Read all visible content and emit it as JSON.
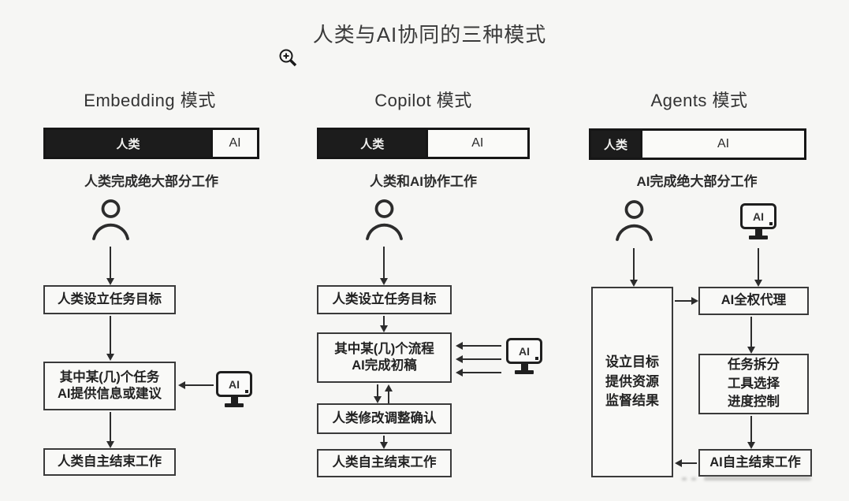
{
  "page": {
    "title": "人类与AI协同的三种模式"
  },
  "icons": {
    "zoom_cursor": "zoom-in-icon",
    "person": "person-icon",
    "ai_computer": "ai-computer-icon"
  },
  "colors": {
    "ink": "#2c2c2c",
    "bar_black": "#1c1c1c",
    "background": "#f6f6f4",
    "box_background": "#f9f9f7"
  },
  "columns": [
    {
      "id": "embedding",
      "title": "Embedding 模式",
      "bar": {
        "human_label": "人类",
        "ai_label": "AI",
        "human_pct": 78
      },
      "caption": "人类完成绝大部分工作",
      "ai_icon_label": "AI",
      "flow": {
        "box1": "人类设立任务目标",
        "box2_line1": "其中某(几)个任务",
        "box2_line2": "AI提供信息或建议",
        "box3": "人类自主结束工作"
      }
    },
    {
      "id": "copilot",
      "title": "Copilot 模式",
      "bar": {
        "human_label": "人类",
        "ai_label": "AI",
        "human_pct": 51
      },
      "caption": "人类和AI协作工作",
      "ai_icon_label": "AI",
      "flow": {
        "box1": "人类设立任务目标",
        "box2_line1": "其中某(几)个流程",
        "box2_line2": "AI完成初稿",
        "box3": "人类修改调整确认",
        "box4": "人类自主结束工作"
      }
    },
    {
      "id": "agents",
      "title": "Agents 模式",
      "bar": {
        "human_label": "人类",
        "ai_label": "AI",
        "human_pct": 23
      },
      "caption": "AI完成绝大部分工作",
      "ai_icon_label": "AI",
      "flow": {
        "tall_box_line1": "设立目标",
        "tall_box_line2": "提供资源",
        "tall_box_line3": "监督结果",
        "box1": "AI全权代理",
        "box2_line1": "任务拆分",
        "box2_line2": "工具选择",
        "box2_line3": "进度控制",
        "box3": "AI自主结束工作"
      }
    }
  ]
}
